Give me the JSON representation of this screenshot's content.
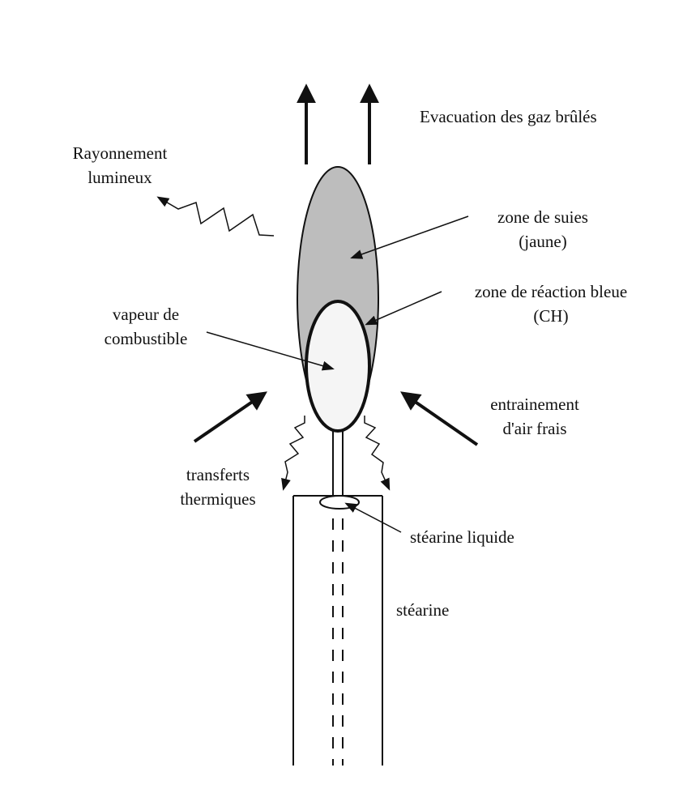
{
  "labels": {
    "exhaust": "Evacuation des gaz brûlés",
    "radiation": [
      "Rayonnement",
      "lumineux"
    ],
    "soot_zone": [
      "zone de suies",
      "(jaune)"
    ],
    "blue_zone": [
      "zone de réaction bleue",
      "(CH)"
    ],
    "fuel_vapor": [
      "vapeur de",
      "combustible"
    ],
    "air_entrainment": [
      "entrainement",
      "d'air frais"
    ],
    "heat_transfer": [
      "transferts",
      "thermiques"
    ],
    "liquid_stearin": "stéarine liquide",
    "stearin": "stéarine"
  },
  "colors": {
    "soot_zone": "#bdbdbd",
    "vapor_zone": "#f5f5f5",
    "stroke": "#111111"
  }
}
